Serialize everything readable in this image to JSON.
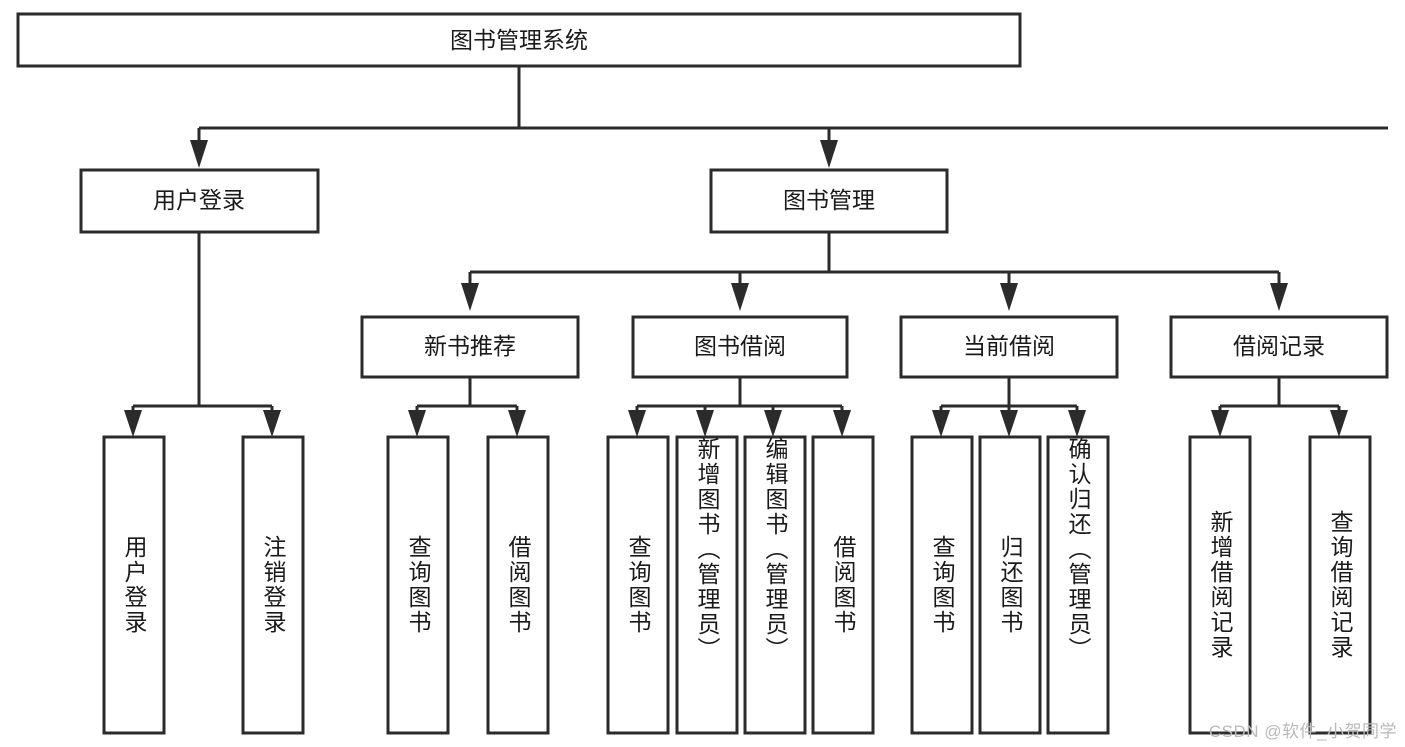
{
  "diagram": {
    "type": "tree",
    "title": "图书管理系统",
    "orientation": "top-down",
    "root": {
      "label": "图书管理系统"
    },
    "level2": [
      {
        "label": "用户登录"
      },
      {
        "label": "图书管理"
      }
    ],
    "level3": [
      {
        "label": "新书推荐"
      },
      {
        "label": "图书借阅"
      },
      {
        "label": "当前借阅"
      },
      {
        "label": "借阅记录"
      }
    ],
    "leaves": {
      "user_login": [
        {
          "label": "用户登录"
        },
        {
          "label": "注销登录"
        }
      ],
      "new_book_recommend": [
        {
          "label": "查询图书"
        },
        {
          "label": "借阅图书"
        }
      ],
      "book_borrow": [
        {
          "label": "查询图书"
        },
        {
          "label": "新增图书（管理员）"
        },
        {
          "label": "编辑图书（管理员）"
        },
        {
          "label": "借阅图书"
        }
      ],
      "current_borrow": [
        {
          "label": "查询图书"
        },
        {
          "label": "归还图书"
        },
        {
          "label": "确认归还（管理员）"
        }
      ],
      "borrow_record": [
        {
          "label": "新增借阅记录"
        },
        {
          "label": "查询借阅记录"
        }
      ]
    }
  },
  "watermark": {
    "text": "CSDN @软件_小贺同学"
  },
  "colors": {
    "box_stroke": "#2b2b2b",
    "box_fill": "#ffffff",
    "text": "#1a1a1a",
    "watermark": "#b9b9b9",
    "background": "#ffffff"
  }
}
